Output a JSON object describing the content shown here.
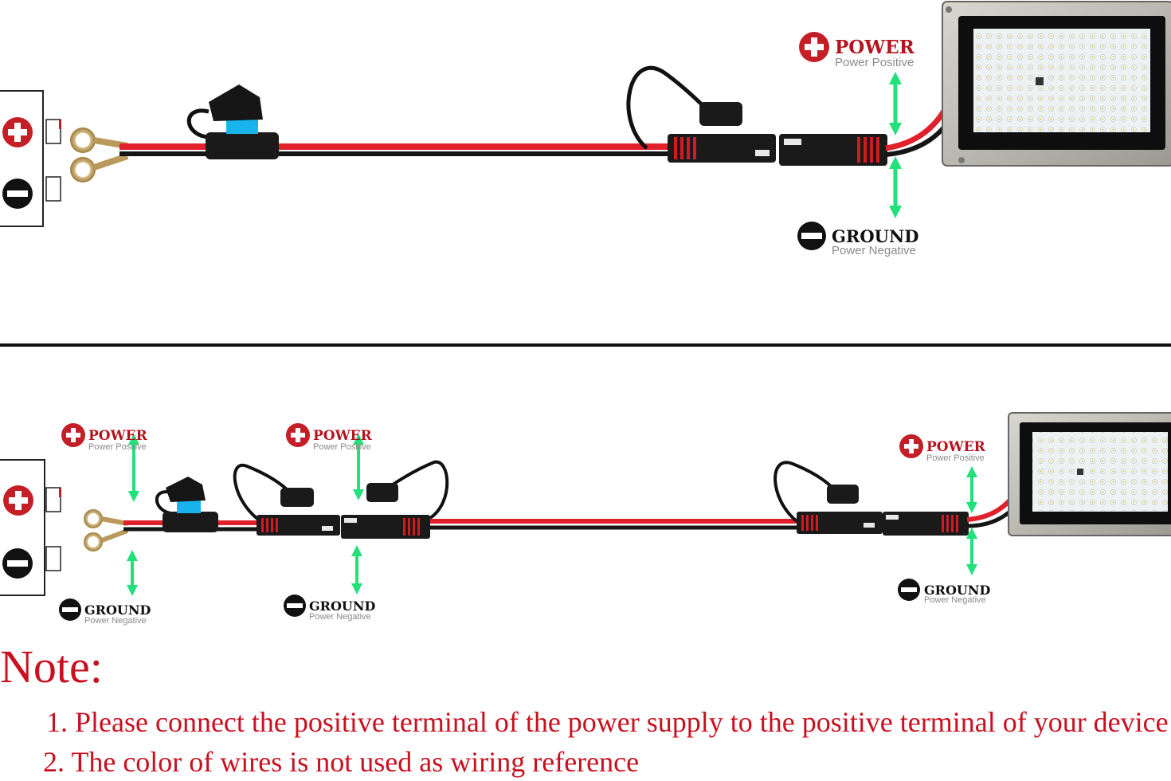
{
  "labels": {
    "power": "POWER",
    "power_sub": "Power Positive",
    "ground": "GROUND",
    "ground_sub": "Power Negative"
  },
  "note": {
    "title": "Note:",
    "items": [
      "1. Please connect the positive terminal of the power supply to the positive terminal of your device",
      "2. The color of wires is not used as wiring reference"
    ]
  },
  "colors": {
    "positive": "#c41e27",
    "negative": "#111111",
    "wire_red": "#e0202a",
    "arrow": "#22e07a",
    "fuse": "#18b4ee",
    "ring_terminal": "#b99a5c",
    "note_text": "#c8101f"
  },
  "icons": {
    "positive": "plus-circle-icon",
    "negative": "minus-circle-icon",
    "battery": "battery-icon",
    "ring_terminal": "ring-terminal-icon",
    "fuse_holder": "fuse-holder-icon",
    "sae_connector": "sae-connector-icon",
    "flood_light": "led-flood-light-icon"
  }
}
